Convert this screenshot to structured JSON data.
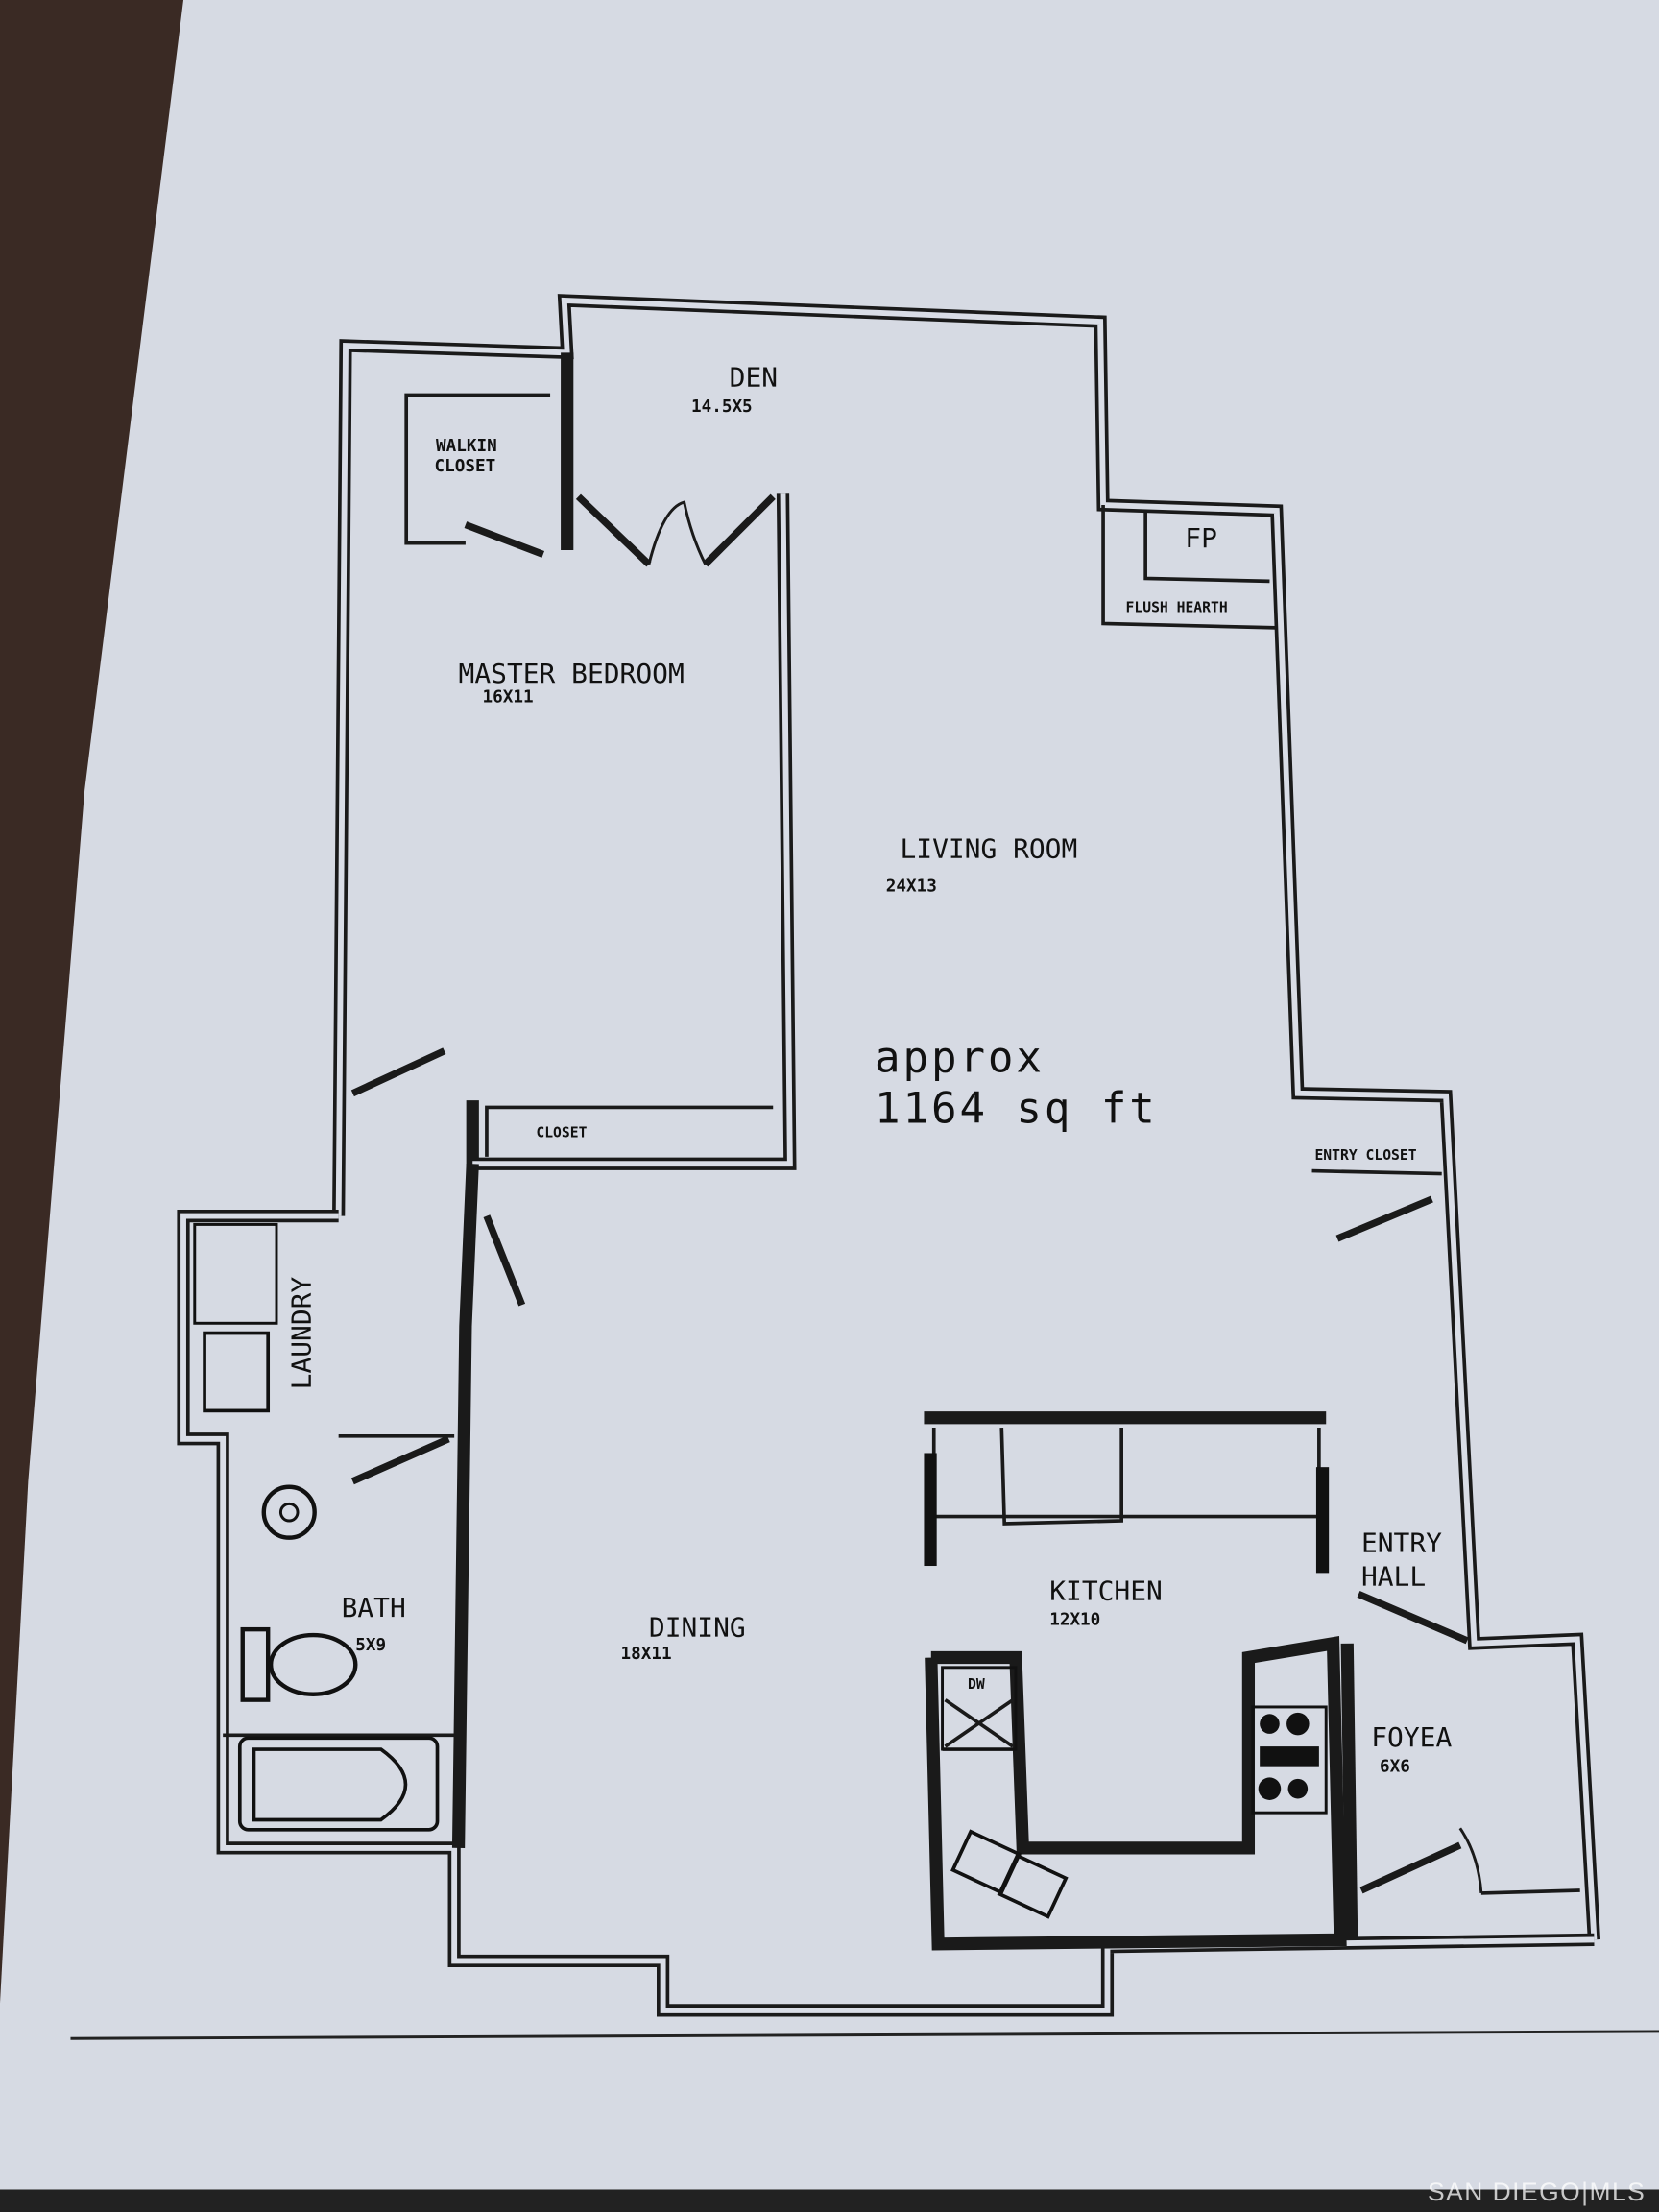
{
  "floor_plan": {
    "area_note": {
      "line1": "approx",
      "line2": "1164 sq ft"
    },
    "rooms": [
      {
        "id": "den",
        "name": "DEN",
        "size": "14.5X5"
      },
      {
        "id": "walkin-closet",
        "name_line1": "WALKIN",
        "name_line2": "CLOSET"
      },
      {
        "id": "fireplace",
        "name": "FP",
        "hearth": "FLUSH HEARTH"
      },
      {
        "id": "master-bedroom",
        "name": "MASTER BEDROOM",
        "size": "16X11"
      },
      {
        "id": "living-room",
        "name": "LIVING ROOM",
        "size": "24X13"
      },
      {
        "id": "closet",
        "name": "CLOSET"
      },
      {
        "id": "entry-closet",
        "name": "ENTRY CLOSET"
      },
      {
        "id": "laundry",
        "name": "LAUNDRY"
      },
      {
        "id": "bath",
        "name": "BATH",
        "size": "5X9"
      },
      {
        "id": "dining",
        "name": "DINING",
        "size": "18X11"
      },
      {
        "id": "kitchen",
        "name": "KITCHEN",
        "size": "12X10",
        "dishwasher": "DW"
      },
      {
        "id": "entry-hall",
        "name_line1": "ENTRY",
        "name_line2": "HALL"
      },
      {
        "id": "foyer",
        "name": "FOYEA",
        "size": "6X6"
      }
    ]
  },
  "watermark": "SAN DIEGO|MLS",
  "colors": {
    "paper": "#d9dde6",
    "ink": "#1a1a1a",
    "background": "#3a2a24"
  }
}
